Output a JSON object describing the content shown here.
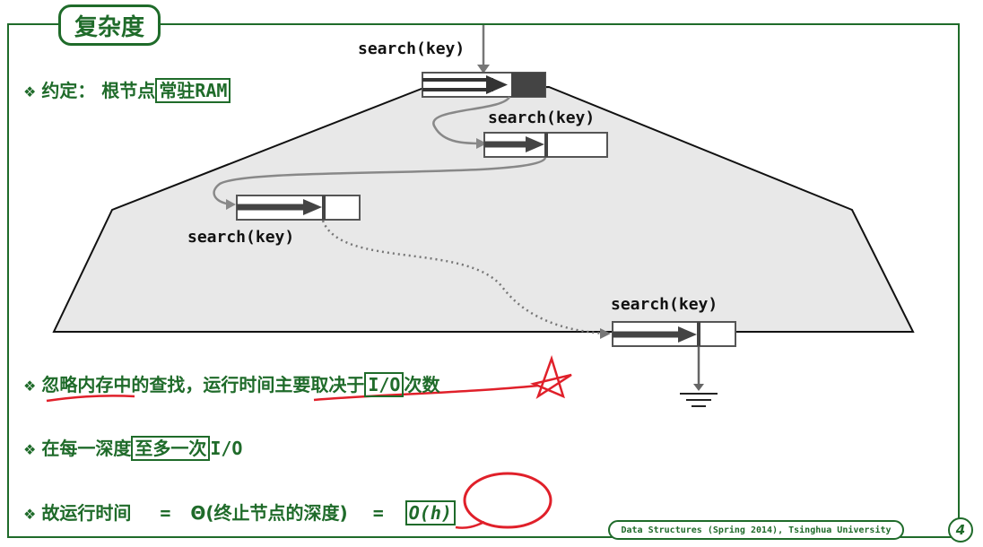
{
  "slide": {
    "title": "复杂度",
    "footer": "Data Structures (Spring 2014), Tsinghua University",
    "page_number": "4"
  },
  "bullets": {
    "b1": {
      "prefix": "约定： 根节点",
      "boxed": "常驻RAM"
    },
    "b2": {
      "prefix": "忽略内存中的查找，运行时间主要取决于",
      "boxed": "I/O",
      "suffix": "次数"
    },
    "b3": {
      "prefix": "在每一深度",
      "boxed": "至多一次",
      "suffix": "I/O"
    },
    "b4": {
      "prefix": "故运行时间",
      "eq1": "=",
      "theta": "Θ(终止节点的深度)",
      "eq2": "=",
      "boxed": "O(h)"
    }
  },
  "diagram": {
    "labels": [
      "search(key)",
      "search(key)",
      "search(key)",
      "search(key)"
    ]
  },
  "colors": {
    "accent": "#1f6b2a",
    "annotation": "#e0202a",
    "tree_fill": "#e8e8e8"
  }
}
